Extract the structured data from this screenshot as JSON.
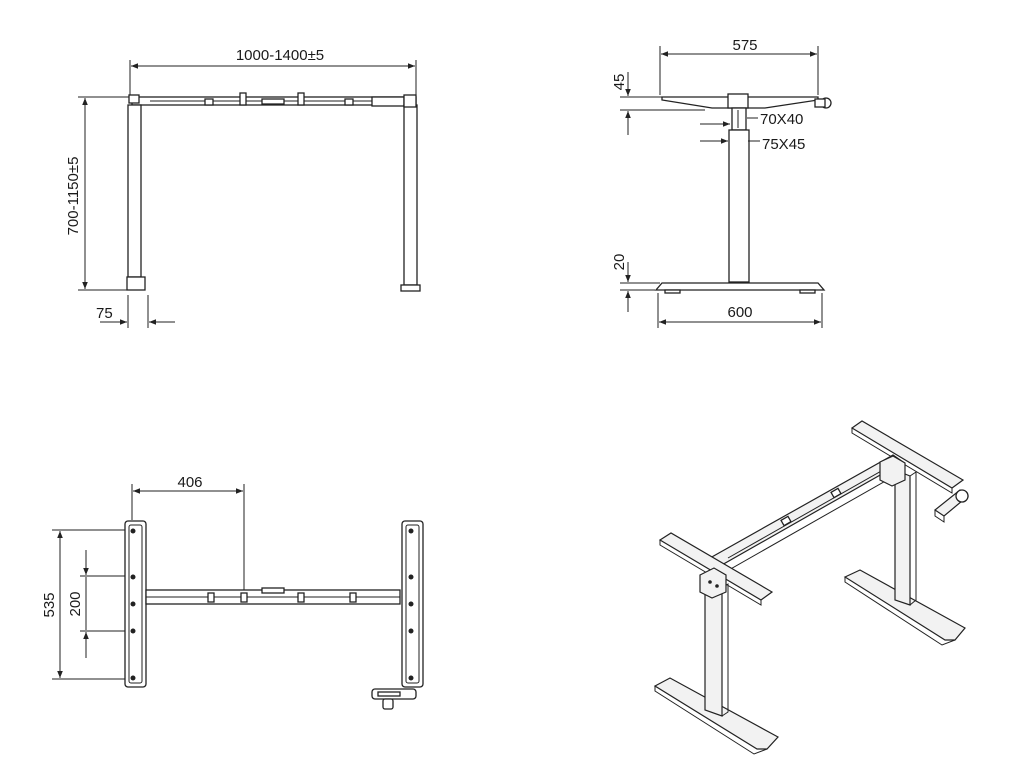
{
  "front_view": {
    "width_label": "1000-1400±5",
    "height_label": "700-1150±5",
    "foot_label": "75"
  },
  "side_view": {
    "top_depth_label": "575",
    "top_thickness_label": "45",
    "upper_column_label": "70X40",
    "lower_column_label": "75X45",
    "foot_thickness_label": "20",
    "foot_length_label": "600"
  },
  "top_view": {
    "offset_label": "406",
    "depth_label": "535",
    "hole_spacing_label": "200"
  },
  "colors": {
    "line": "#222222",
    "background": "#ffffff"
  }
}
